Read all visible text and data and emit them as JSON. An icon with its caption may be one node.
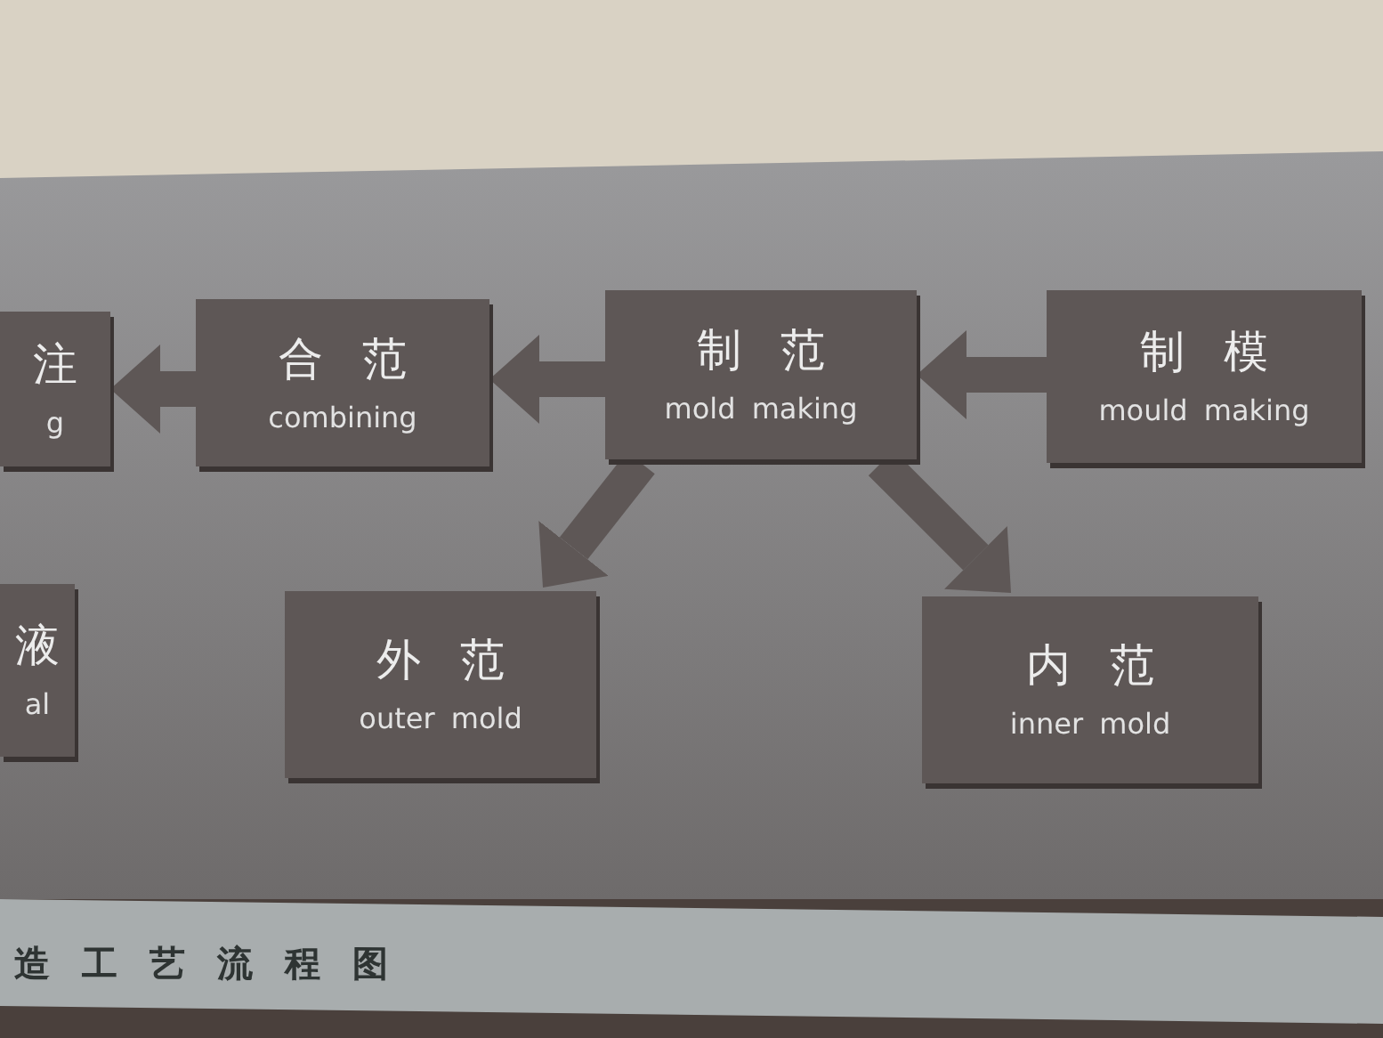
{
  "diagram": {
    "title": "造工艺流程图",
    "nodes": [
      {
        "text": [
          "注",
          "g"
        ]
      },
      {
        "text": [
          "合范",
          "combining"
        ]
      },
      {
        "text": [
          "制范",
          "mold making"
        ]
      },
      {
        "text": [
          "制模",
          "mould making"
        ]
      },
      {
        "text": [
          "液",
          "al"
        ]
      },
      {
        "text": [
          "外范",
          "outer mold"
        ]
      },
      {
        "text": [
          "内范",
          "inner mold"
        ]
      }
    ],
    "edges": [
      {
        "from": 3,
        "to": 2,
        "arrow": "to"
      },
      {
        "from": 2,
        "to": 1,
        "arrow": "to"
      },
      {
        "from": 1,
        "to": 0,
        "arrow": "to"
      },
      {
        "from": 2,
        "to": 5,
        "arrow": "to"
      },
      {
        "from": 2,
        "to": 6,
        "arrow": "to"
      }
    ]
  }
}
